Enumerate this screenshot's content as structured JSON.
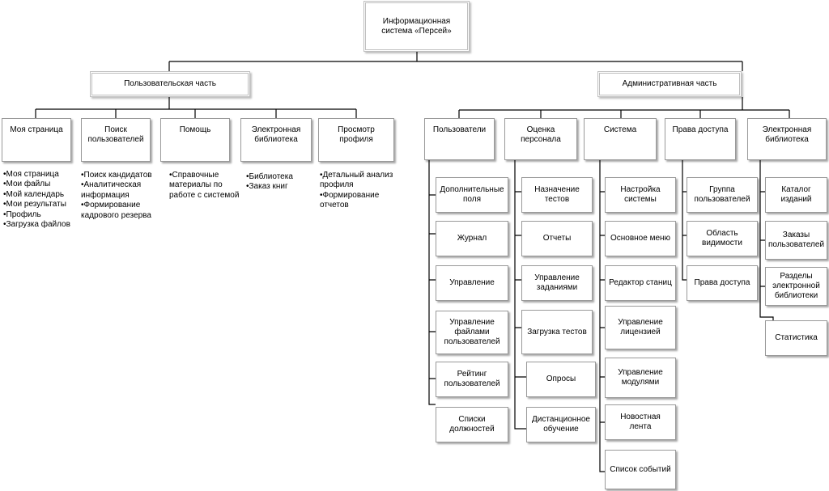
{
  "root": {
    "title": "Информационная система «Персей»"
  },
  "user_part": {
    "title": "Пользовательская часть",
    "sections": [
      {
        "title": "Моя страница",
        "items": [
          "Моя страница",
          "Мои файлы",
          "Мой календарь",
          "Мои результаты",
          "Профиль",
          "Загрузка файлов"
        ]
      },
      {
        "title": "Поиск пользователей",
        "items": [
          "Поиск кандидатов",
          "Аналитическая информация",
          "Формирование кадрового резерва"
        ]
      },
      {
        "title": "Помощь",
        "items": [
          "Справочные материалы по работе с системой"
        ]
      },
      {
        "title": "Электронная библиотека",
        "items": [
          "Библиотека",
          "Заказ книг"
        ]
      },
      {
        "title": "Просмотр профиля",
        "items": [
          "Детальный анализ профиля",
          "Формирование отчетов"
        ]
      }
    ]
  },
  "admin_part": {
    "title": "Административная часть",
    "sections": [
      {
        "title": "Пользователи",
        "items": [
          "Дополнительные поля",
          "Журнал",
          "Управление",
          "Управление файлами пользователей",
          "Рейтинг пользователей",
          "Списки должностей"
        ]
      },
      {
        "title": "Оценка персонала",
        "items": [
          "Назначение тестов",
          "Отчеты",
          "Управление заданиями",
          "Загрузка тестов",
          "Опросы",
          "Дистанционное обучение"
        ]
      },
      {
        "title": "Система",
        "items": [
          "Настройка системы",
          "Основное меню",
          "Редактор станиц",
          "Управление лицензией",
          "Управление модулями",
          "Новостная лента",
          "Список событий"
        ]
      },
      {
        "title": "Права доступа",
        "items": [
          "Группа пользователей",
          "Область видимости",
          "Права доступа"
        ]
      },
      {
        "title": "Электронная библиотека",
        "items": [
          "Каталог изданий",
          "Заказы пользователей",
          "Разделы электронной библиотеки",
          "Статистика"
        ]
      }
    ]
  }
}
